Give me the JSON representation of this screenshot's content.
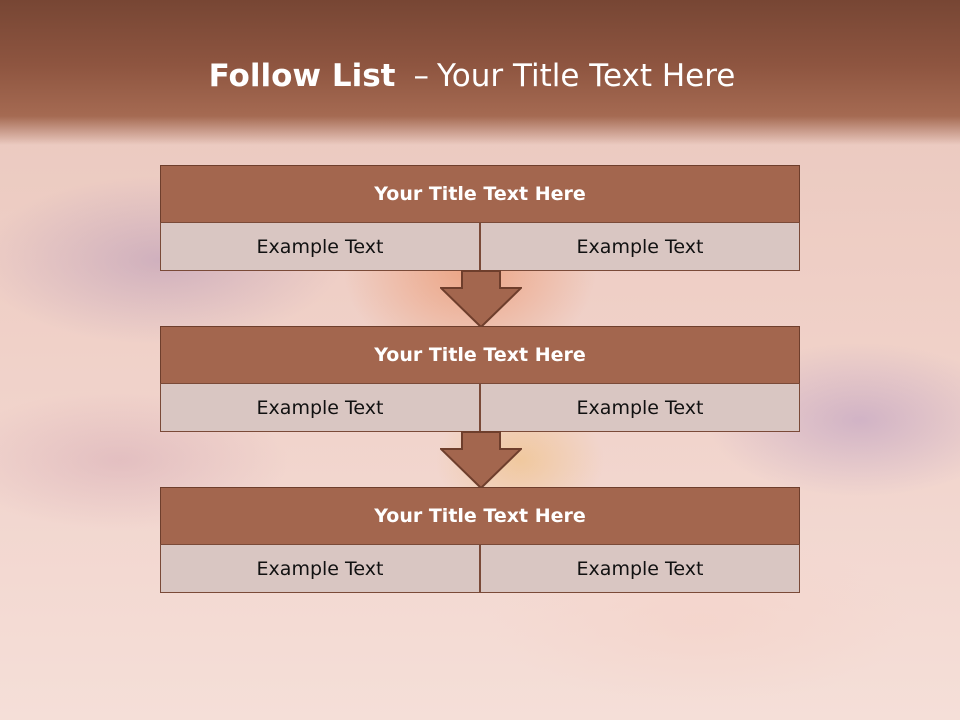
{
  "slide": {
    "title_strong": "Follow List",
    "title_dash": "–",
    "title_rest": "Your Title Text Here"
  },
  "blocks": [
    {
      "title": "Your Title Text Here",
      "left": "Example Text",
      "right": "Example Text"
    },
    {
      "title": "Your Title Text Here",
      "left": "Example Text",
      "right": "Example Text"
    },
    {
      "title": "Your Title Text Here",
      "left": "Example Text",
      "right": "Example Text"
    }
  ],
  "colors": {
    "header": "#8e5540",
    "box_fill": "#a3664e",
    "cell_fill": "#d9c6c2",
    "arrow_fill": "#a3664e",
    "arrow_stroke": "#6e3e2c"
  },
  "icons": [
    "down-arrow-icon"
  ]
}
